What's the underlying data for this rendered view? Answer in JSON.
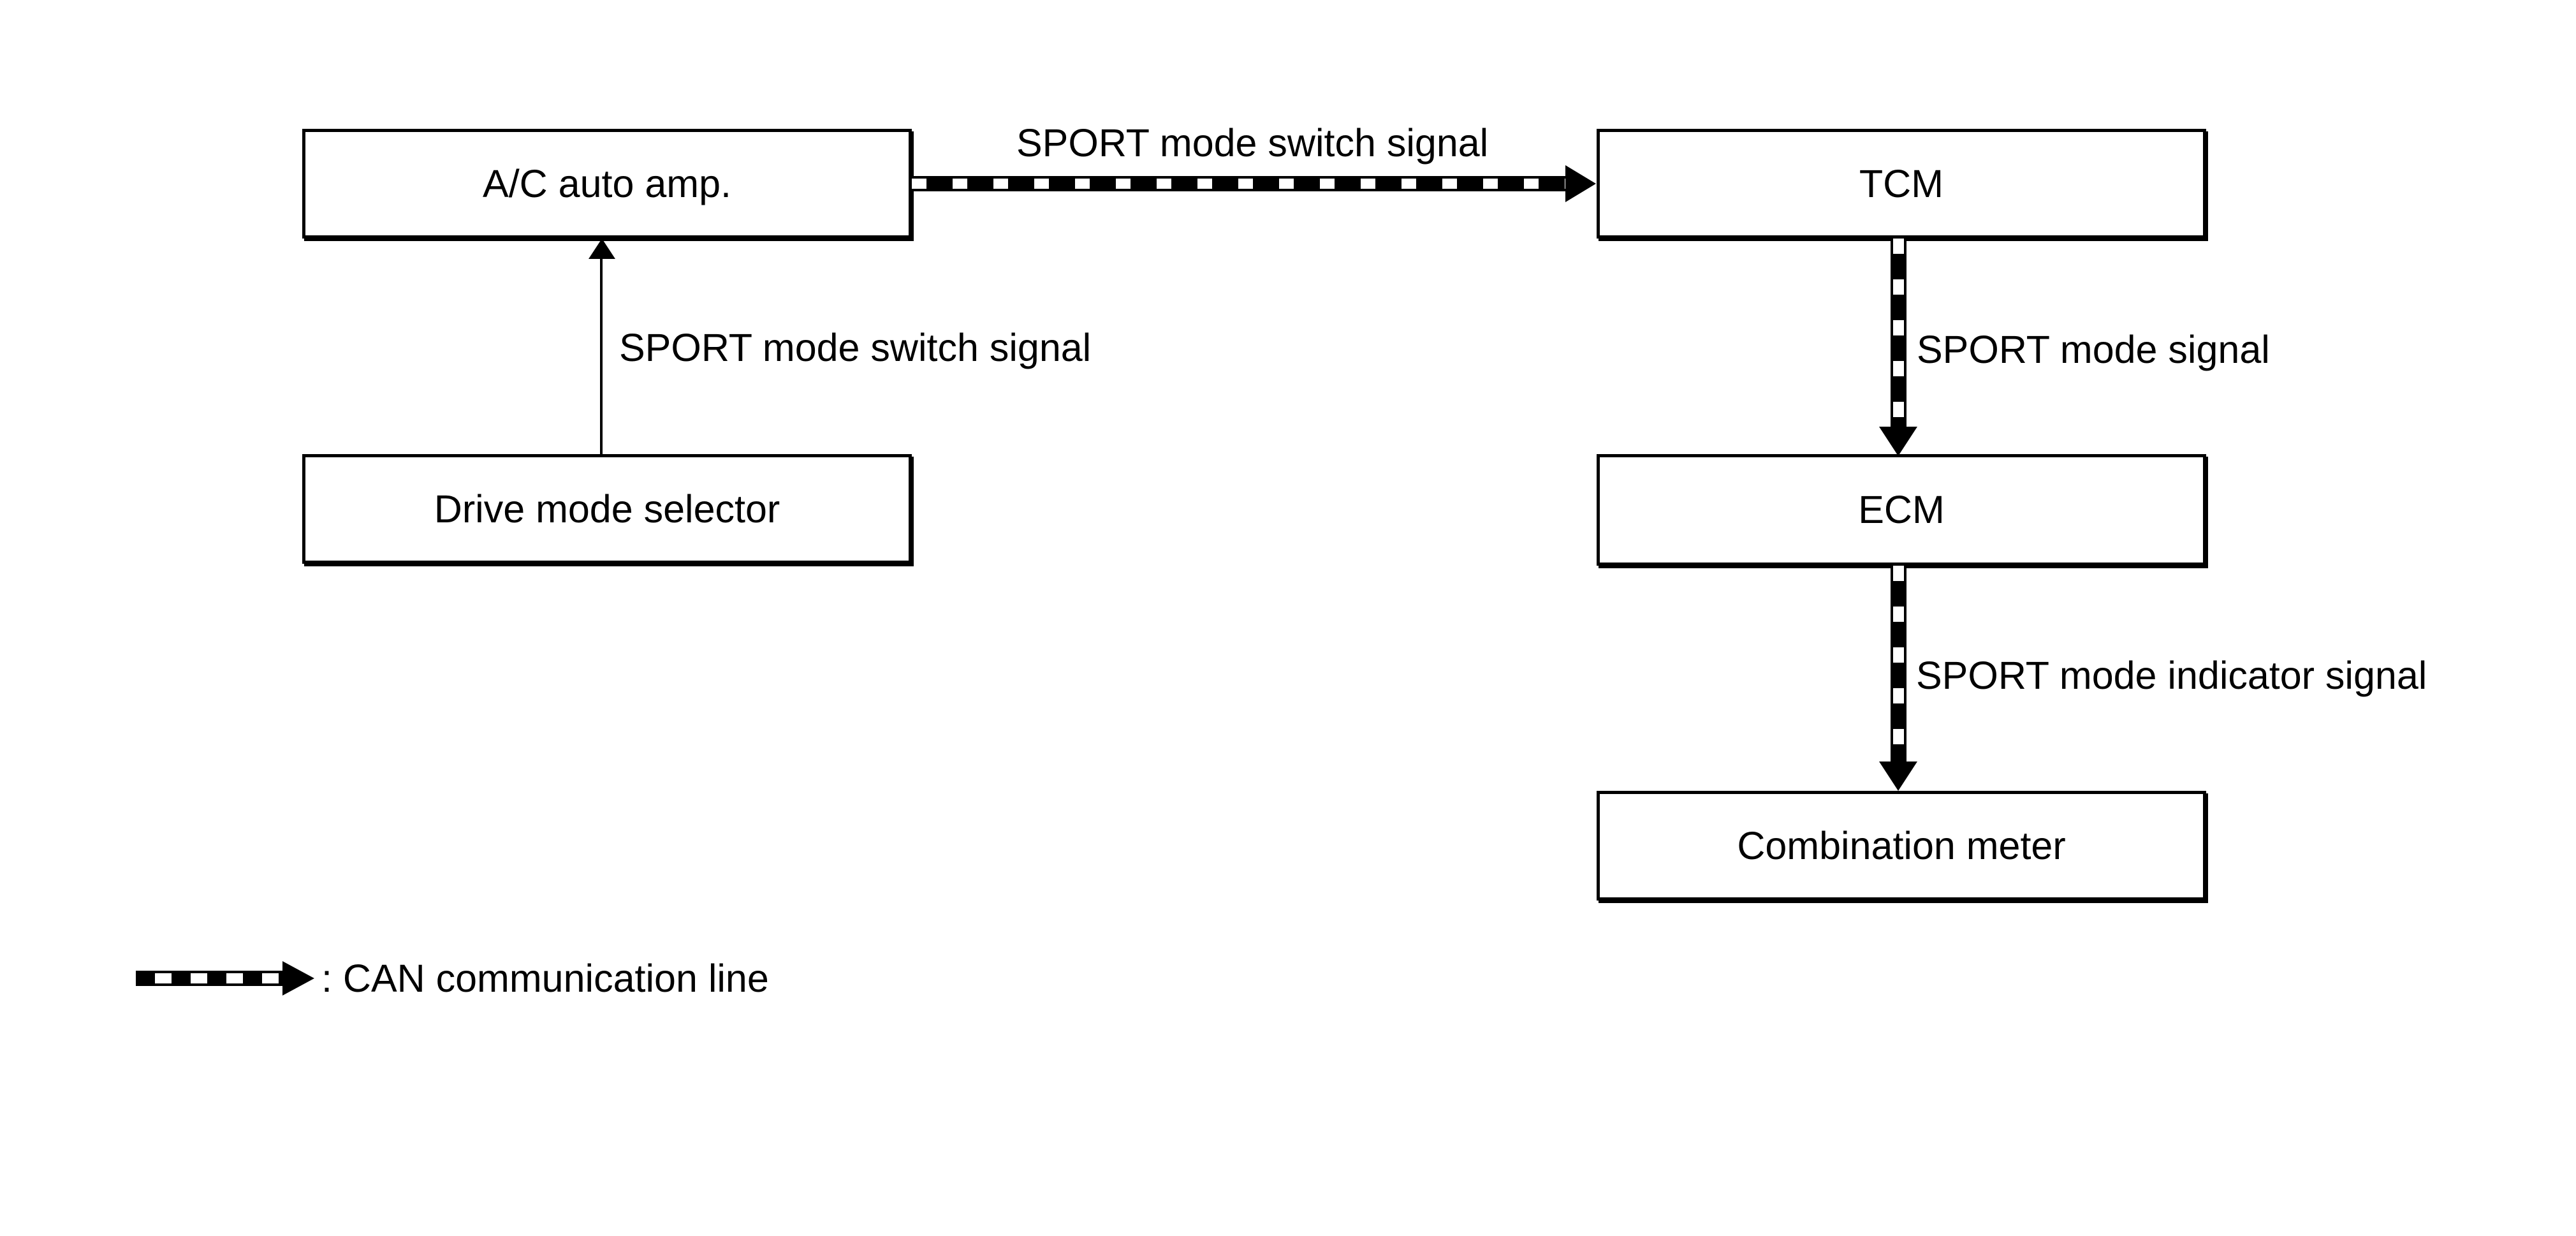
{
  "colors": {
    "line": "#000000",
    "background": "#ffffff"
  },
  "nodes": {
    "ac_auto_amp": {
      "label": "A/C auto amp."
    },
    "tcm": {
      "label": "TCM"
    },
    "drive_mode_selector": {
      "label": "Drive mode selector"
    },
    "ecm": {
      "label": "ECM"
    },
    "combination_meter": {
      "label": "Combination meter"
    }
  },
  "edges": {
    "switch_signal_can": {
      "label": "SPORT mode switch signal",
      "from": "A/C auto amp.",
      "to": "TCM",
      "line_type": "CAN communication line"
    },
    "switch_signal_direct": {
      "label": "SPORT mode switch signal",
      "from": "Drive mode selector",
      "to": "A/C auto amp.",
      "line_type": "plain"
    },
    "mode_signal": {
      "label": "SPORT mode signal",
      "from": "TCM",
      "to": "ECM",
      "line_type": "CAN communication line"
    },
    "indicator_signal": {
      "label": "SPORT mode indicator signal",
      "from": "ECM",
      "to": "Combination meter",
      "line_type": "CAN communication line"
    }
  },
  "legend": {
    "symbol": "can-striped-arrow",
    "label": ": CAN communication line"
  }
}
